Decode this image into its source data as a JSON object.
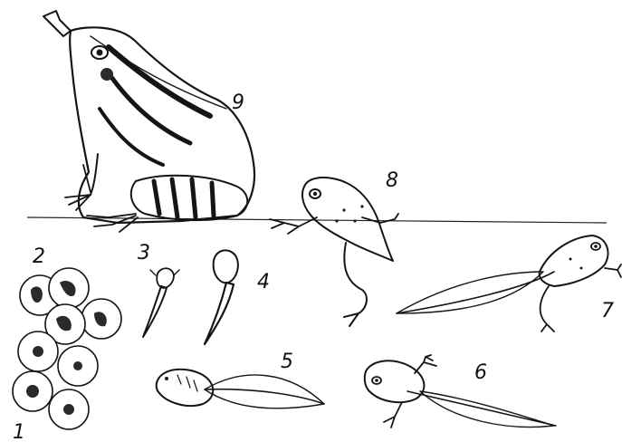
{
  "stage_labels": [
    "1",
    "2",
    "3",
    "4",
    "5",
    "6",
    "7",
    "8",
    "9"
  ],
  "colors": {
    "ink": "#151515",
    "paper": "#ffffff",
    "shade": "#3a3a3a"
  }
}
